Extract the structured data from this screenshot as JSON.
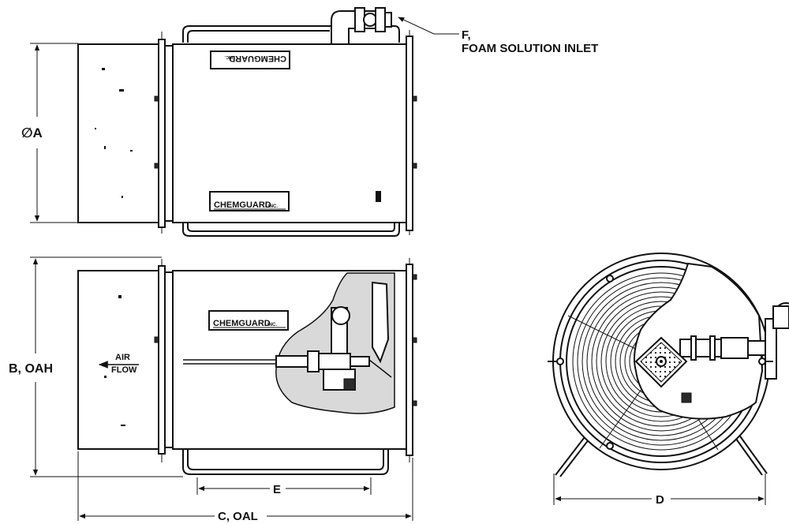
{
  "labels": {
    "dim_a": "∅A",
    "dim_b": "B, OAH",
    "dim_c": "C, OAL",
    "dim_d": "D",
    "dim_e": "E",
    "inlet_letter": "F,",
    "inlet_text": "FOAM SOLUTION INLET",
    "air_flow_top": "AIR",
    "air_flow_bottom": "FLOW"
  },
  "brand": {
    "logo_main": "CHEMGUARD",
    "logo_suffix": "INC."
  },
  "colors": {
    "line": "#111111",
    "background": "#ffffff",
    "shading": "#d9d9d9"
  }
}
